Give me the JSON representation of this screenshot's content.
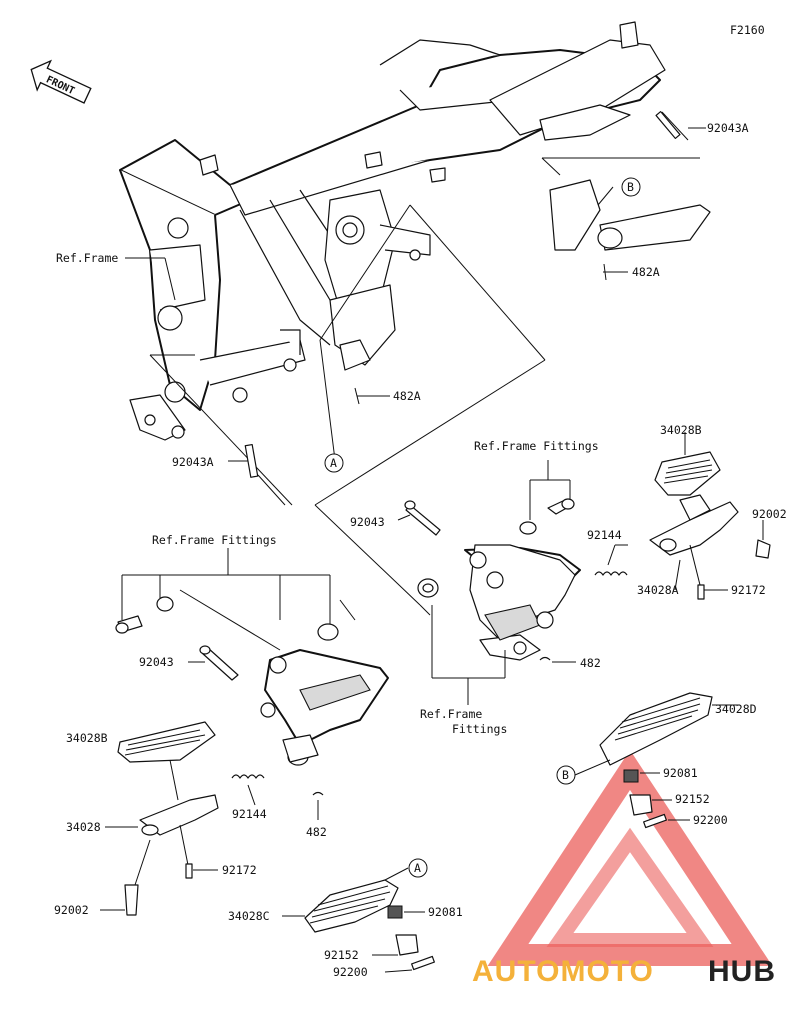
{
  "figure_code": "F2160",
  "front_label": "FRONT",
  "circle_markers": {
    "a_upper": "A",
    "b_upper": "B",
    "a_lower": "A",
    "b_lower": "B"
  },
  "labels": {
    "pin_upper_right": "92043A",
    "pin_upper_left": "92043A",
    "bolt_right": "482A",
    "bolt_left": "482A",
    "ref_frame": "Ref.Frame",
    "ref_fittings_right": "Ref.Frame Fittings",
    "ref_fittings_left": "Ref.Frame Fittings",
    "ref_fittings_mid_1": "Ref.Frame",
    "ref_fittings_mid_2": "Fittings",
    "pivot_right": "92043",
    "pivot_left": "92043",
    "spring_right": "92144",
    "spring_left": "92144",
    "clip_right": "482",
    "clip_left": "482",
    "rubber_right": "34028B",
    "rubber_left": "34028B",
    "peg_right": "34028A",
    "peg_left": "34028",
    "bolt_peg_right": "92172",
    "bolt_peg_left": "92172",
    "pin_right": "92002",
    "pin_left": "92002",
    "passenger_peg_b": "34028D",
    "passenger_peg_a": "34028C",
    "spring_b": "92081",
    "spring_a": "92081",
    "ball_b": "92152",
    "ball_a": "92152",
    "washer_b": "92200",
    "washer_a": "92200"
  },
  "watermark": {
    "part1": "AUTOMOTO",
    "part2": "HUB",
    "color_accent": "#f4b13a",
    "color_logo": "#e8433f"
  }
}
